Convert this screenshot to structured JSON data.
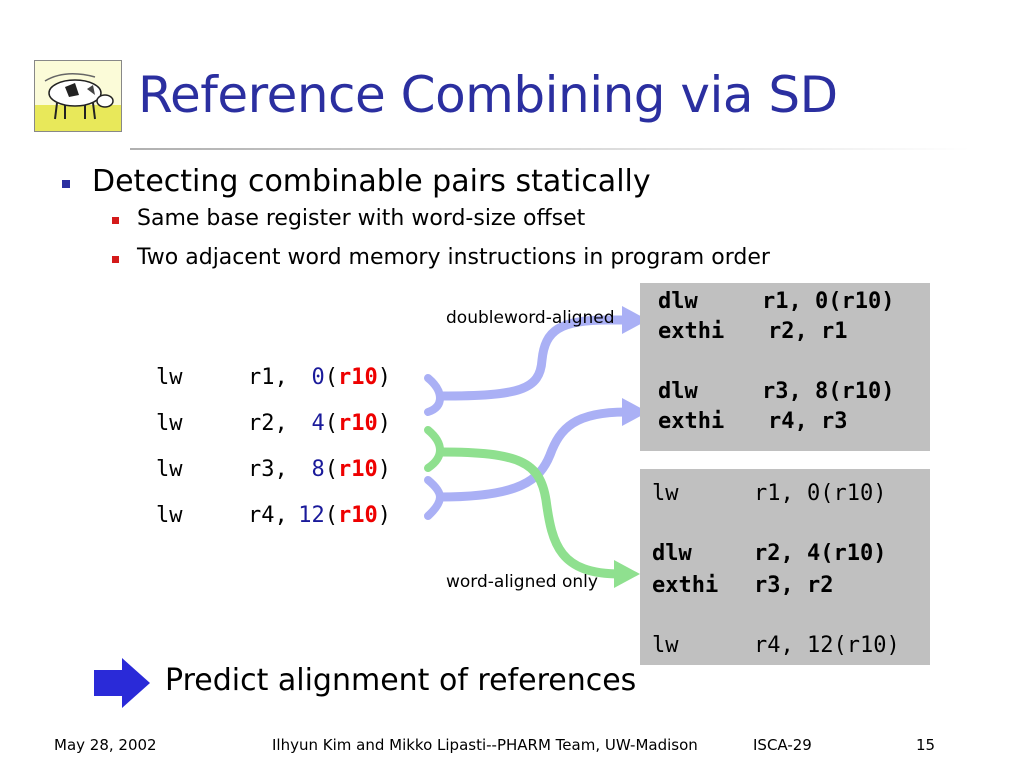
{
  "title": "Reference Combining via SD",
  "bullets": {
    "main": "Detecting combinable pairs statically",
    "sub1": "Same base register with word-size offset",
    "sub2": "Two adjacent word memory instructions in program order"
  },
  "code": [
    {
      "op": "lw",
      "reg": "r1,",
      "offset": "0",
      "base": "r10"
    },
    {
      "op": "lw",
      "reg": "r2,",
      "offset": "4",
      "base": "r10"
    },
    {
      "op": "lw",
      "reg": "r3,",
      "offset": "8",
      "base": "r10"
    },
    {
      "op": "lw",
      "reg": "r4,",
      "offset": "12",
      "base": "r10"
    }
  ],
  "labels": {
    "doubleword": "doubleword-aligned",
    "word": "word-aligned only"
  },
  "box_doubleword": {
    "line1_op": "dlw",
    "line1_args": "r1, 0(r10)",
    "line2_op": "exthi",
    "line2_args": "r2, r1",
    "line3_op": "dlw",
    "line3_args": "r3, 8(r10)",
    "line4_op": "exthi",
    "line4_args": "r4, r3"
  },
  "box_word": {
    "line1_op": "lw",
    "line1_args": "r1, 0(r10)",
    "line2_op": "dlw",
    "line2_args": "r2, 4(r10)",
    "line3_op": "exthi",
    "line3_args": "r3, r2",
    "line4_op": "lw",
    "line4_args": "r4, 12(r10)"
  },
  "conclusion": "Predict alignment of references",
  "footer": {
    "date": "May 28, 2002",
    "authors": "Ilhyun Kim and Mikko Lipasti--PHARM Team, UW-Madison",
    "venue": "ISCA-29",
    "page": "15"
  },
  "colors": {
    "title": "#2b2fa0",
    "doubleword_arrow": "#aab0f5",
    "word_arrow": "#8fe08f",
    "code_box": "#c0c0c0",
    "big_arrow": "#2a2ad8",
    "base_register": "#ee0000"
  },
  "icons": {
    "logo": "cow-logo",
    "big_arrow": "right-arrow-icon"
  }
}
